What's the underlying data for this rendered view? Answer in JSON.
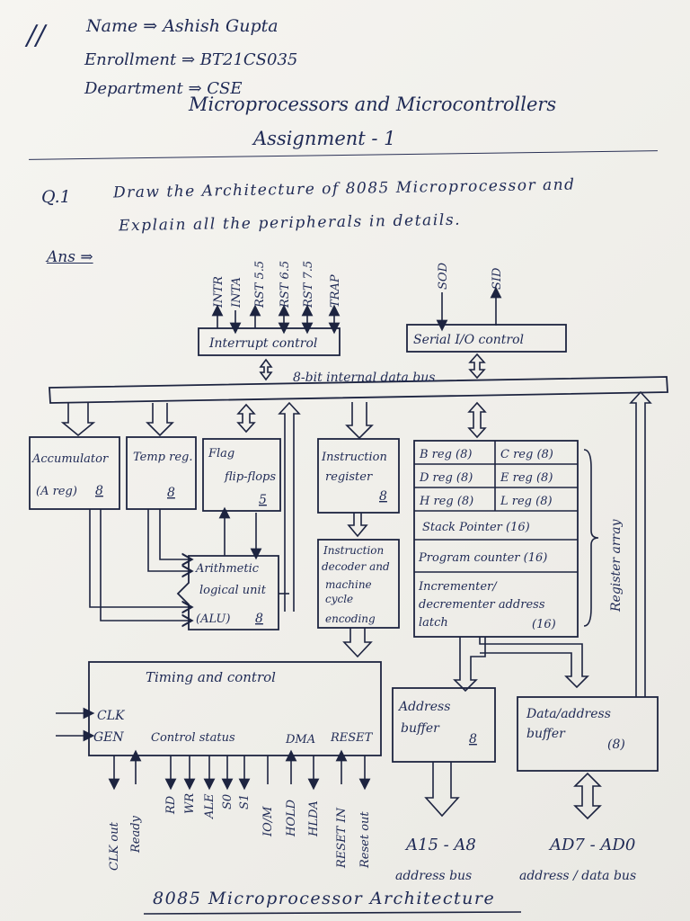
{
  "header": {
    "mark": "//",
    "name": "Name ⇒ Ashish Gupta",
    "enrollment": "Enrollment ⇒ BT21CS035",
    "department": "Department ⇒ CSE",
    "subject": "Microprocessors and Microcontrollers",
    "assignment": "Assignment - 1"
  },
  "question": {
    "number": "Q.1",
    "line1": "Draw the Architecture of 8085 Microprocessor and",
    "line2": "Explain all the peripherals in details."
  },
  "answer_label": "Ans ⇒",
  "diagram": {
    "interrupt_signals": [
      "INTR",
      "INTA",
      "RST 5.5",
      "RST 6.5",
      "RST 7.5",
      "TRAP"
    ],
    "interrupt_control": "Interrupt control",
    "serial_signals": [
      "SOD",
      "SID"
    ],
    "serial_control": "Serial I/O control",
    "bus_label": "8-bit internal data bus",
    "accumulator": {
      "line1": "Accumulator",
      "line2": "(A reg)",
      "size": "8"
    },
    "temp_reg": {
      "line1": "Temp reg.",
      "size": "8"
    },
    "flag": {
      "line1": "Flag",
      "line2": "flip-flops",
      "size": "5"
    },
    "instruction_register": {
      "line1": "Instruction",
      "line2": "register",
      "size": "8"
    },
    "register_array": {
      "rows": [
        [
          "B reg (8)",
          "C reg (8)"
        ],
        [
          "D reg (8)",
          "E reg (8)"
        ],
        [
          "H reg (8)",
          "L reg (8)"
        ]
      ],
      "stack_pointer": "Stack Pointer (16)",
      "program_counter": "Program counter (16)",
      "incrementer": [
        "Incrementer/",
        "decrementer address",
        "latch",
        "(16)"
      ],
      "label": "Register array"
    },
    "alu": {
      "line1": "Arithmetic",
      "line2": "logical unit",
      "line3": "(ALU)",
      "size": "8"
    },
    "decoder": [
      "Instruction",
      "decoder and",
      "machine",
      "cycle",
      "encoding"
    ],
    "timing": {
      "title": "Timing and control",
      "clk": "CLK",
      "gen": "GEN",
      "control_status": "Control status",
      "dma": "DMA",
      "reset": "RESET"
    },
    "bottom_signals": [
      "CLK out",
      "Ready",
      "RD",
      "WR",
      "ALE",
      "S0",
      "S1",
      "IO/M",
      "HOLD",
      "HLDA",
      "RESET IN",
      "Reset out"
    ],
    "address_buffer": {
      "line1": "Address",
      "line2": "buffer",
      "size": "8"
    },
    "data_address_buffer": {
      "line1": "Data/address",
      "line2": "buffer",
      "size": "(8)"
    },
    "address_bus": {
      "label": "A15 - A8",
      "caption": "address bus"
    },
    "data_bus": {
      "label": "AD7 - AD0",
      "caption": "address / data bus"
    }
  },
  "caption": "8085 Microprocessor Architecture"
}
